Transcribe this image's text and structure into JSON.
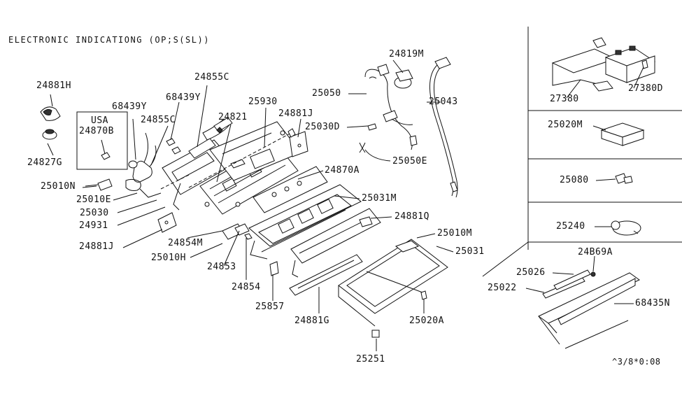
{
  "diagram": {
    "title": "ELECTRONIC INDICATIONG (OP;S(SL))",
    "footer_code": "^3/8*0:08",
    "inset_usa": {
      "region": "USA",
      "part": "24870B"
    },
    "labels": {
      "p24881H": "24881H",
      "p24827G": "24827G",
      "p68439Y_a": "68439Y",
      "p68439Y_b": "68439Y",
      "p24855C_a": "24855C",
      "p24855C_b": "24855C",
      "p24821": "24821",
      "p25930": "25930",
      "p24881J_a": "24881J",
      "p24881J_b": "24881J",
      "p25010N": "25010N",
      "p25010E": "25010E",
      "p25030": "25030",
      "p24931": "24931",
      "p24854M": "24854M",
      "p25010H": "25010H",
      "p24853": "24853",
      "p24854": "24854",
      "p25857": "25857",
      "p24881G": "24881G",
      "p25251": "25251",
      "p24870A": "24870A",
      "p25031M": "25031M",
      "p24881Q": "24881Q",
      "p25010M": "25010M",
      "p25031": "25031",
      "p25020A": "25020A",
      "p25050": "25050",
      "p24819M": "24819M",
      "p25043": "25043",
      "p25030D": "25030D",
      "p25050E": "25050E",
      "p27380": "27380",
      "p27380D": "27380D",
      "p25020M": "25020M",
      "p25080": "25080",
      "p25240": "25240",
      "p24869A": "24B69A",
      "p25026": "25026",
      "p25022": "25022",
      "p68435N": "68435N"
    }
  }
}
